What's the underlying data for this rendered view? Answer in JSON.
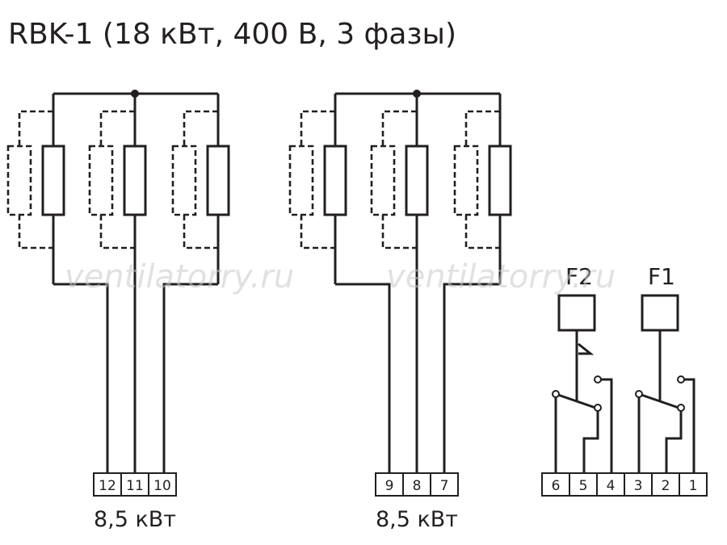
{
  "title": "RBK-1 (18 кВт, 400 В, 3 фазы)",
  "watermark": "ventilatorry.ru",
  "heater_groups": [
    {
      "power_label": "8,5 кВт",
      "terminals": [
        "12",
        "11",
        "10"
      ]
    },
    {
      "power_label": "8,5 кВт",
      "terminals": [
        "9",
        "8",
        "7"
      ]
    }
  ],
  "control": {
    "fuses": [
      "F2",
      "F1"
    ],
    "terminals": [
      "6",
      "5",
      "4",
      "3",
      "2",
      "1"
    ]
  },
  "colors": {
    "line": "#231f20",
    "background": "#ffffff",
    "watermark": "#c9c9c9"
  }
}
